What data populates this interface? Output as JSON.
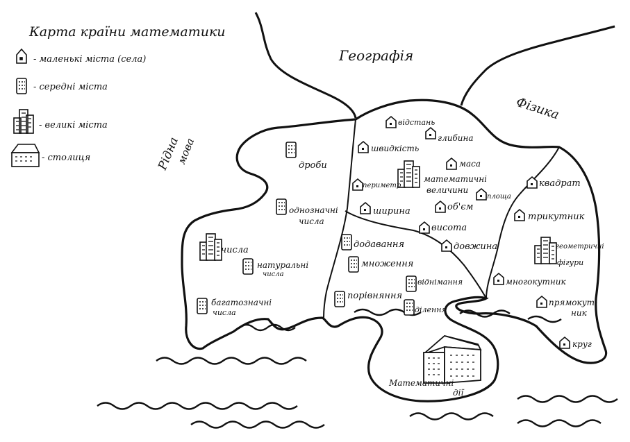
{
  "title": "Карта країни математики",
  "legend": [
    {
      "icon": "village-icon",
      "label": "- маленькі міста (села)"
    },
    {
      "icon": "medium-city-icon",
      "label": "- середні міста"
    },
    {
      "icon": "big-city-icon",
      "label": "- великі міста"
    },
    {
      "icon": "capital-icon",
      "label": "- столиця"
    }
  ],
  "neighbors": {
    "geography": "Географія",
    "physics": "Фізика",
    "language_line1": "Рідна",
    "language_line2": "мова"
  },
  "places": {
    "drobi": "дроби",
    "odnoznachni_1": "однозначні",
    "odnoznachni_2": "числа",
    "chysla": "числа",
    "naturalni_1": "натуральні",
    "naturalni_2": "числа",
    "bagato_1": "багатозначні",
    "bagato_2": "числа",
    "vidstan": "відстань",
    "glybyna": "глибина",
    "shvydkist": "швидкість",
    "masa": "маса",
    "velychyny_1": "математичні",
    "velychyny_2": "величини",
    "perymetr": "периметр",
    "ploshcha": "площа",
    "shyryna": "ширина",
    "obiem": "об'єм",
    "vysota": "висота",
    "dovzhyna": "довжина",
    "dodavannia": "додавання",
    "mnozhennia": "множення",
    "vidnimannia": "віднімання",
    "porivniannia": "порівняння",
    "dilennia": "ділення",
    "kvadrat": "квадрат",
    "trykutnyk": "трикутник",
    "figury_1": "геометричні",
    "figury_2": "фігури",
    "bagatokutnyk": "многокутник",
    "priamokutnyk_1": "прямокут-",
    "priamokutnyk_2": "ник",
    "krug": "круг",
    "capital_1": "Математичні",
    "capital_2": "дії"
  }
}
